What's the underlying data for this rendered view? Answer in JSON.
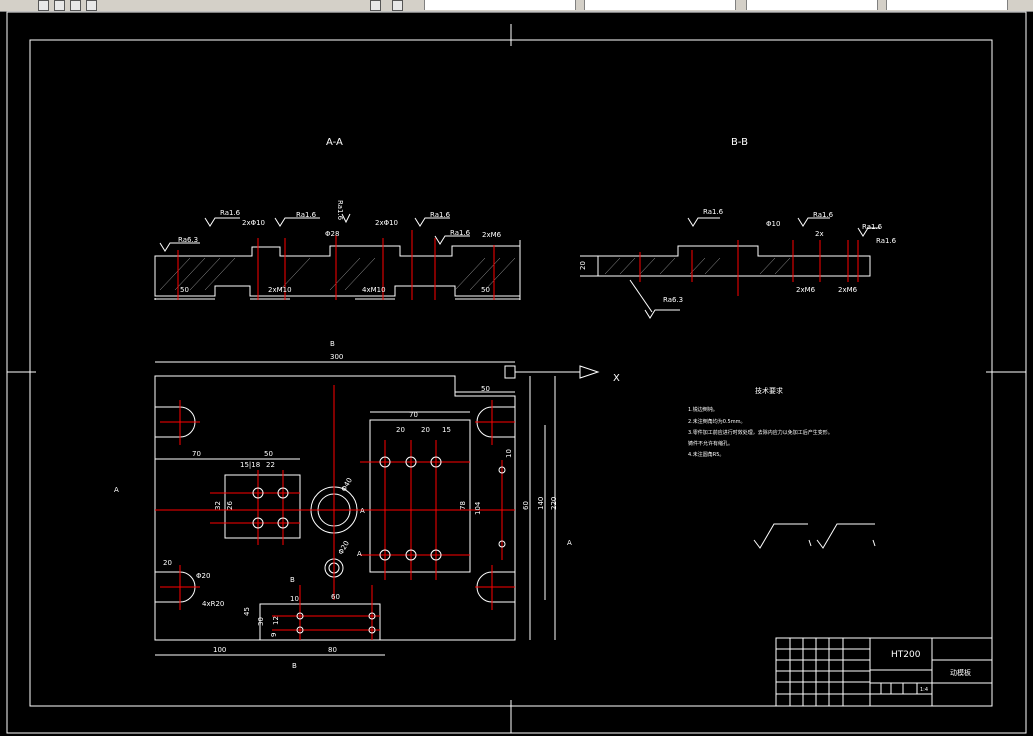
{
  "app": {
    "tabs": [
      "",
      "",
      "",
      ""
    ]
  },
  "drawing": {
    "section_aa": "A-A",
    "section_bb": "B-B",
    "material": "HT200",
    "part_name": "动模板",
    "sheet_no": "1:4",
    "axis_x": "X",
    "tech_title": "技术要求",
    "tech_notes": [
      "1.锐边倒钝。",
      "2.未注倒角均为0.5mm。",
      "3.零件加工前应进行时效处理，去除内应力以免加工后产生变形。",
      "铸件不允许有缩孔。",
      "4.未注圆角R5。"
    ],
    "rough": {
      "r16": "Ra1.6",
      "r63": "Ra6.3",
      "r32": "Ra3.2"
    },
    "dims_aa": {
      "left": "50",
      "mid1": "2xM10",
      "mid2": "4xM10",
      "right": "50",
      "d1": "2xΦ10",
      "d2": "2xΦ10",
      "d3": "Φ28",
      "d4": "2xM6",
      "h": "Ra1.6"
    },
    "dims_bb": {
      "h": "20",
      "m1": "2xM6",
      "m2": "2xM6",
      "d1": "Φ10",
      "d2": "2x"
    },
    "dims_plan": {
      "total": "300",
      "d70a": "70",
      "d50": "50",
      "d1518": "15|18",
      "d22": "22",
      "d70": "70",
      "d20a": "20",
      "d20b": "20",
      "d15": "15",
      "d50r": "50",
      "d32": "32",
      "d26": "26",
      "d78": "78",
      "d104": "104",
      "d60": "60",
      "d140": "140",
      "d220": "220",
      "d10": "10",
      "d40": "Φ40",
      "d20": "20",
      "d100": "100",
      "d80": "80",
      "d10b": "10",
      "d60b": "60",
      "d45": "45",
      "d30": "30",
      "d12": "12",
      "d9": "9",
      "r20": "4xR20",
      "d20c": "Φ20"
    },
    "markers": {
      "b_top": "B",
      "b_bot": "B",
      "a_left": "A",
      "a_right": "A",
      "a_in": "A",
      "a_in2": "A",
      "b_in": "B"
    }
  },
  "colors": {
    "line": "#ffffff",
    "red": "#ff0000",
    "bg": "#000000"
  }
}
